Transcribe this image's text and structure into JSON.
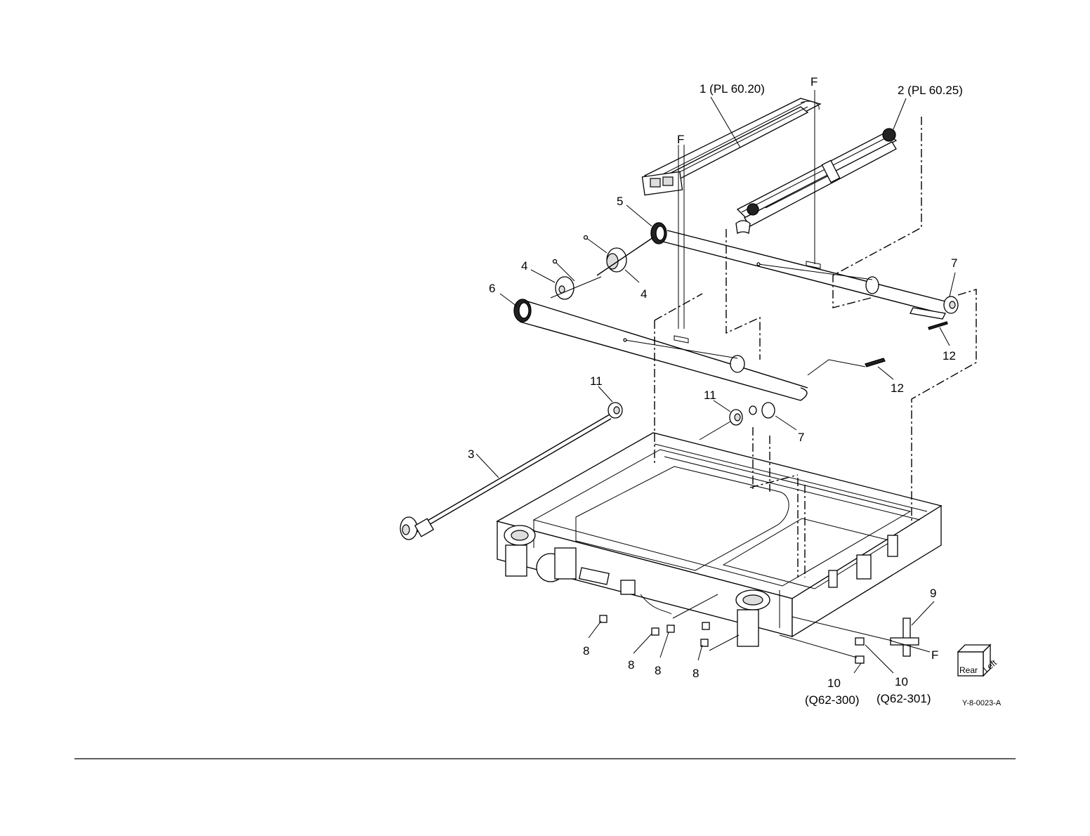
{
  "diagram": {
    "figure_id": "Y-8-0023-A",
    "callouts": [
      {
        "id": "c1",
        "text": "1 (PL 60.20)"
      },
      {
        "id": "c2",
        "text": "2 (PL 60.25)"
      },
      {
        "id": "c3",
        "text": "3"
      },
      {
        "id": "c4a",
        "text": "4"
      },
      {
        "id": "c4b",
        "text": "4"
      },
      {
        "id": "c5",
        "text": "5"
      },
      {
        "id": "c6",
        "text": "6"
      },
      {
        "id": "c7a",
        "text": "7"
      },
      {
        "id": "c7b",
        "text": "7"
      },
      {
        "id": "c8a",
        "text": "8"
      },
      {
        "id": "c8b",
        "text": "8"
      },
      {
        "id": "c8c",
        "text": "8"
      },
      {
        "id": "c8d",
        "text": "8"
      },
      {
        "id": "c9",
        "text": "9"
      },
      {
        "id": "c10a",
        "text": "10"
      },
      {
        "id": "c10a_code",
        "text": "(Q62-300)"
      },
      {
        "id": "c10b",
        "text": "10"
      },
      {
        "id": "c10b_code",
        "text": "(Q62-301)"
      },
      {
        "id": "c11a",
        "text": "11"
      },
      {
        "id": "c11b",
        "text": "11"
      },
      {
        "id": "c12a",
        "text": "12"
      },
      {
        "id": "c12b",
        "text": "12"
      },
      {
        "id": "fA",
        "text": "F"
      },
      {
        "id": "fB",
        "text": "F"
      },
      {
        "id": "fC",
        "text": "F"
      }
    ],
    "orientation_cube": {
      "face_front": "Rear",
      "face_side": "Left"
    }
  }
}
